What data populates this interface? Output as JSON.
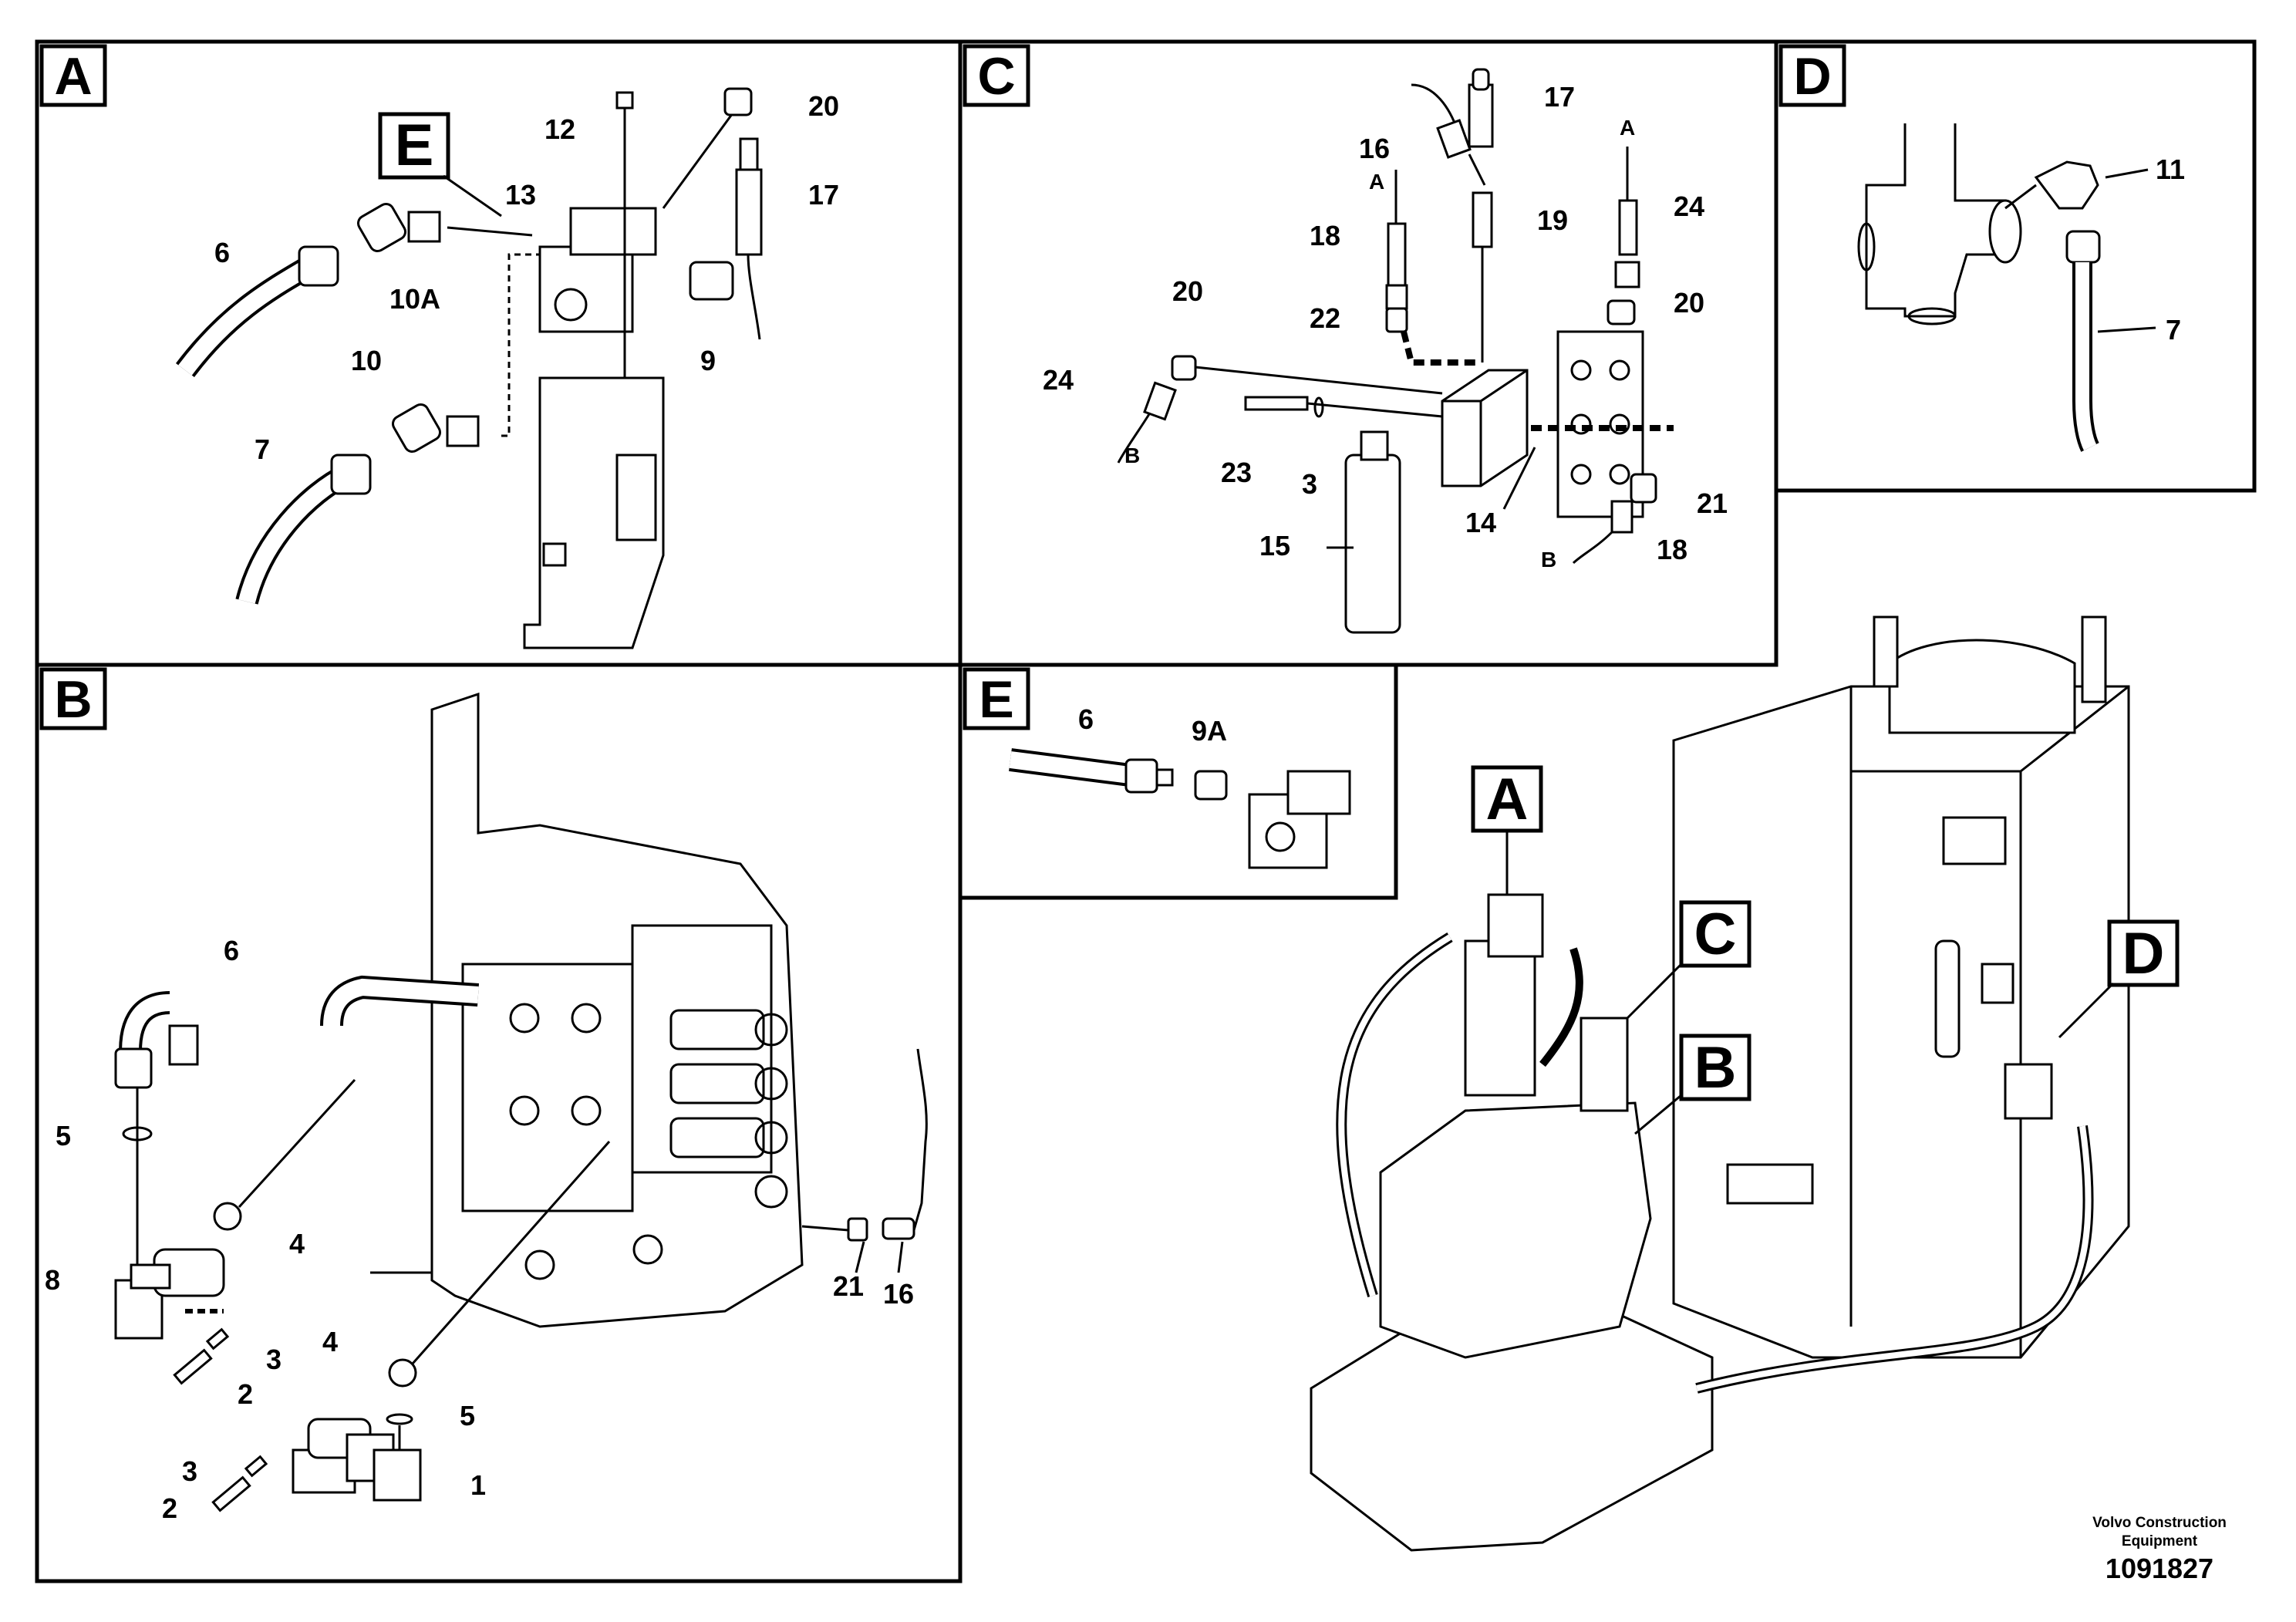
{
  "panels": {
    "A": {
      "letter": "A",
      "callout": "E",
      "labels": {
        "p12": "12",
        "p20": "20",
        "p13": "13",
        "p17": "17",
        "p6": "6",
        "p10A": "10A",
        "p9": "9",
        "p10": "10",
        "p7": "7"
      }
    },
    "B": {
      "letter": "B",
      "labels": {
        "p6": "6",
        "p5a": "5",
        "p4a": "4",
        "p8": "8",
        "p3a": "3",
        "p2a": "2",
        "p4b": "4",
        "p5b": "5",
        "p3b": "3",
        "p2b": "2",
        "p1": "1",
        "p21": "21",
        "p16": "16"
      }
    },
    "C": {
      "letter": "C",
      "labels": {
        "p17": "17",
        "p16": "16",
        "pA1": "A",
        "pA2": "A",
        "p18a": "18",
        "p19": "19",
        "p24a": "24",
        "p20a": "20",
        "p20b": "20",
        "p22": "22",
        "p24b": "24",
        "pB1": "B",
        "p23": "23",
        "p3": "3",
        "p14": "14",
        "p15": "15",
        "p21": "21",
        "pB2": "B",
        "p18b": "18"
      }
    },
    "D": {
      "letter": "D",
      "labels": {
        "p11": "11",
        "p7": "7"
      }
    },
    "E": {
      "letter": "E",
      "labels": {
        "p6": "6",
        "p9A": "9A"
      }
    }
  },
  "overview": {
    "callouts": {
      "A": "A",
      "C": "C",
      "B": "B",
      "D": "D"
    }
  },
  "footer": {
    "company_line1": "Volvo Construction",
    "company_line2": "Equipment",
    "drawing_number": "1091827"
  }
}
